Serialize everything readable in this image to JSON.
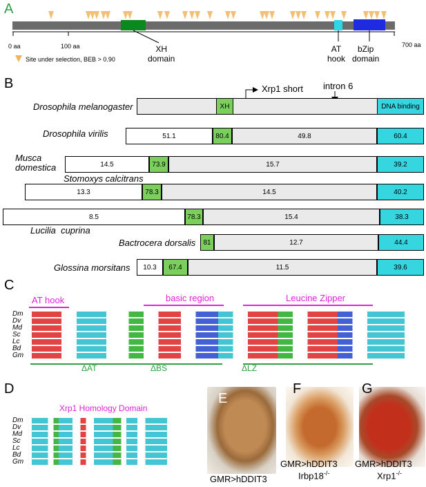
{
  "panelA": {
    "label": "A",
    "axis_ticks": [
      "0 aa",
      "100 aa",
      "700 aa"
    ],
    "legend": "Site under selection, BEB > 0.90",
    "domains": [
      {
        "name": "XH\ndomain"
      },
      {
        "name": "AT\nhook"
      },
      {
        "name": "bZip\ndomain"
      }
    ],
    "colors": {
      "xh": "#0a8a1e",
      "at": "#2fd6e6",
      "bzip": "#1f2be0",
      "bar": "#6b6b6b",
      "selection": "#f0b55b"
    }
  },
  "panelB": {
    "label": "B",
    "xrp1_short": "Xrp1 short",
    "intron": "intron 6",
    "species": [
      {
        "name": "Drosophila melanogaster",
        "xh": "XH",
        "dna": "DNA binding"
      },
      {
        "name": "Drosophila virilis",
        "vals": [
          "51.1",
          "80.4",
          "49.8",
          "60.4"
        ]
      },
      {
        "name": "Musca\ndomestica",
        "vals": [
          "14.5",
          "73.9",
          "15.7",
          "39.2"
        ]
      },
      {
        "name": "Stomoxys calcitrans",
        "vals": [
          "13.3",
          "78.3",
          "14.5",
          "40.2"
        ]
      },
      {
        "name": "Lucilia  cuprina",
        "vals": [
          "8.5",
          "78.3",
          "15.4",
          "38.3"
        ]
      },
      {
        "name": "Bactrocera dorsalis",
        "vals": [
          "81",
          "12.7",
          "44.4"
        ]
      },
      {
        "name": "Glossina morsitans",
        "vals": [
          "10.3",
          "67.4",
          "11.5",
          "39.6"
        ]
      }
    ]
  },
  "panelC": {
    "label": "C",
    "headers": [
      "AT hook",
      "basic region",
      "Leucine Zipper"
    ],
    "species": [
      "Dm",
      "Dv",
      "Md",
      "Sc",
      "Lc",
      "Bd",
      "Gm"
    ],
    "deletions": [
      "ΔAT",
      "ΔBS",
      "ΔLZ"
    ]
  },
  "panelD": {
    "label": "D",
    "header": "Xrp1 Homology Domain",
    "species": [
      "Dm",
      "Dv",
      "Md",
      "Sc",
      "Lc",
      "Bd",
      "Gm"
    ]
  },
  "panelE": {
    "label": "E",
    "caption": "GMR>hDDIT3"
  },
  "panelF": {
    "label": "F",
    "caption1": "GMR>hDDIT3",
    "caption2": "Irbp18",
    "sup": "-/-"
  },
  "panelG": {
    "label": "G",
    "caption1": "GMR>hDDIT3",
    "caption2": "Xrp1",
    "sup": "-/-"
  }
}
